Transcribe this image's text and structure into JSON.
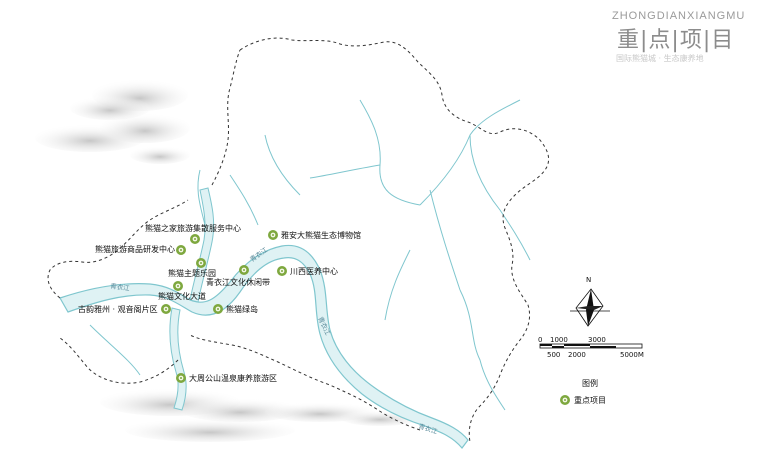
{
  "header": {
    "pinyin": "ZHONGDIANXIANGMU",
    "title": "重|点|项|目",
    "subtitle": "国际熊猫城 · 生态康养地"
  },
  "colors": {
    "river_fill": "#dff2f4",
    "river_edge": "#7fc6ce",
    "boundary": "#333333",
    "marker_outer": "#7ea83f",
    "marker_inner": "#f4f7e8"
  },
  "projects": [
    {
      "id": "p1",
      "name": "熊猫之家旅游集散服务中心"
    },
    {
      "id": "p2",
      "name": "雅安大熊猫生态博物馆"
    },
    {
      "id": "p3",
      "name": "熊猫旅游商品研发中心"
    },
    {
      "id": "p4",
      "name": "熊猫主题乐园"
    },
    {
      "id": "p5",
      "name": "川西医养中心"
    },
    {
      "id": "p6",
      "name": "青衣江文化休闲带"
    },
    {
      "id": "p7",
      "name": "熊猫文化大道"
    },
    {
      "id": "p8",
      "name": "古韵雅州 · 观音阁片区"
    },
    {
      "id": "p9",
      "name": "熊猫绿岛"
    },
    {
      "id": "p10",
      "name": "大周公山温泉康养旅游区"
    }
  ],
  "rivers": {
    "label_a": "青衣江",
    "label_b": "青衣江",
    "label_c": "青衣江",
    "label_d": "青衣江"
  },
  "compass": {
    "north": "N"
  },
  "scale": {
    "top_0": "0",
    "top_1000": "1000",
    "top_3000": "3000",
    "bot_500": "500",
    "bot_2000": "2000",
    "bot_5000": "5000M"
  },
  "legend": {
    "title": "图例",
    "item": "重点项目"
  }
}
